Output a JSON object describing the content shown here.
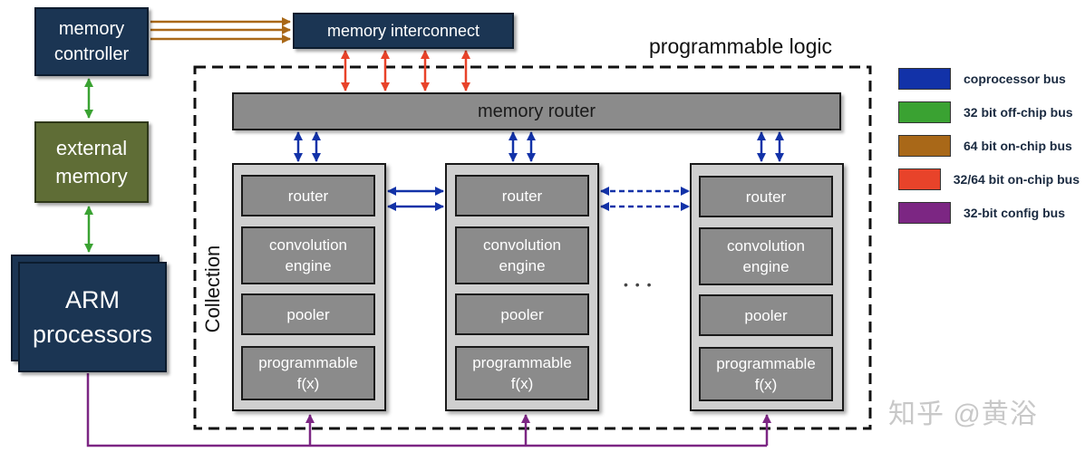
{
  "diagram": {
    "memory_controller": "memory controller",
    "external_memory": "external memory",
    "arm_processors": "ARM processors",
    "memory_interconnect": "memory interconnect",
    "programmable_logic": "programmable logic",
    "memory_router": "memory router",
    "collection_label": "Collection",
    "ellipsis": "• • •",
    "collections": [
      {
        "router": "router",
        "conv": "convolution engine",
        "pooler": "pooler",
        "pf": "programmable f(x)"
      },
      {
        "router": "router",
        "conv": "convolution engine",
        "pooler": "pooler",
        "pf": "programmable f(x)"
      },
      {
        "router": "router",
        "conv": "convolution engine",
        "pooler": "pooler",
        "pf": "programmable f(x)"
      }
    ]
  },
  "legend": [
    {
      "label": "coprocessor bus",
      "color": "#1232a8"
    },
    {
      "label": "32 bit off-chip bus",
      "color": "#3aa232"
    },
    {
      "label": "64 bit on-chip bus",
      "color": "#a96818"
    },
    {
      "label": "32/64 bit on-chip bus",
      "color": "#e8432a"
    },
    {
      "label": "32-bit config bus",
      "color": "#7c2683"
    }
  ],
  "watermark": "知乎 @黄浴"
}
